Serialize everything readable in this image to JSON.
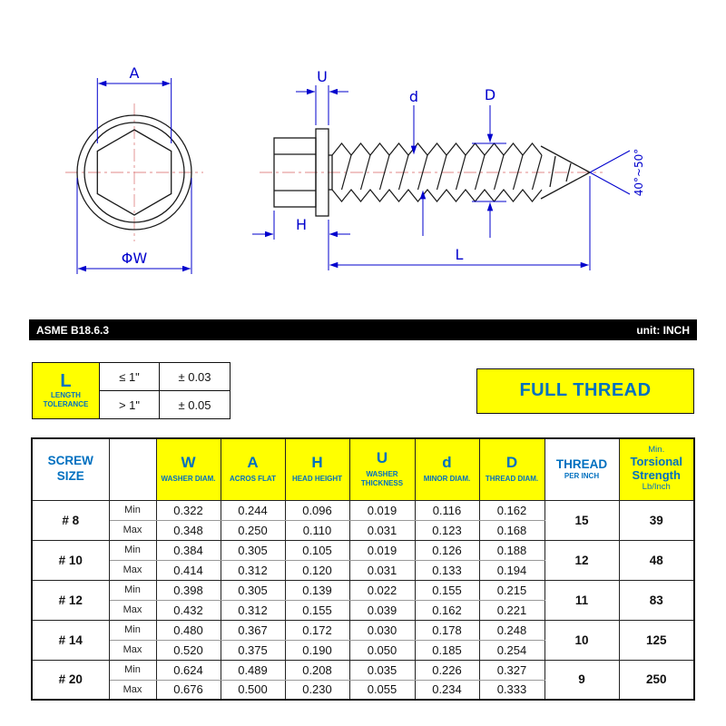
{
  "drawing": {
    "labels": {
      "A": "A",
      "phi_w": "ΦW",
      "U": "U",
      "d": "d",
      "D": "D",
      "H": "H",
      "L": "L",
      "angle": "40°~50°"
    },
    "standard_bar": {
      "standard": "ASME B18.6.3",
      "unit": "unit: INCH"
    }
  },
  "tolerance_table": {
    "symbol": "L",
    "title": "LENGTH TOLERANCE",
    "rows": [
      {
        "condition": "≤ 1\"",
        "tolerance": "± 0.03"
      },
      {
        "condition": "> 1\"",
        "tolerance": "± 0.05"
      }
    ]
  },
  "full_thread_label": "FULL THREAD",
  "spec_table": {
    "screw_size_header": "SCREW SIZE",
    "min_label": "Min",
    "max_label": "Max",
    "dim_columns": [
      {
        "symbol": "W",
        "name": "WASHER DIAM."
      },
      {
        "symbol": "A",
        "name": "ACROS FLAT"
      },
      {
        "symbol": "H",
        "name": "HEAD HEIGHT"
      },
      {
        "symbol": "U",
        "name": "WASHER THICKNESS"
      },
      {
        "symbol": "d",
        "name": "MINOR DIAM."
      },
      {
        "symbol": "D",
        "name": "THREAD DIAM."
      }
    ],
    "thread_header": {
      "line1": "THREAD",
      "line2": "PER INCH"
    },
    "strength_header": {
      "line1": "Min.",
      "line2": "Torsional",
      "line3": "Strength",
      "line4": "Lb/Inch"
    },
    "rows": [
      {
        "size": "# 8",
        "min": [
          "0.322",
          "0.244",
          "0.096",
          "0.019",
          "0.116",
          "0.162"
        ],
        "max": [
          "0.348",
          "0.250",
          "0.110",
          "0.031",
          "0.123",
          "0.168"
        ],
        "thread_per_inch": "15",
        "strength": "39"
      },
      {
        "size": "# 10",
        "min": [
          "0.384",
          "0.305",
          "0.105",
          "0.019",
          "0.126",
          "0.188"
        ],
        "max": [
          "0.414",
          "0.312",
          "0.120",
          "0.031",
          "0.133",
          "0.194"
        ],
        "thread_per_inch": "12",
        "strength": "48"
      },
      {
        "size": "# 12",
        "min": [
          "0.398",
          "0.305",
          "0.139",
          "0.022",
          "0.155",
          "0.215"
        ],
        "max": [
          "0.432",
          "0.312",
          "0.155",
          "0.039",
          "0.162",
          "0.221"
        ],
        "thread_per_inch": "11",
        "strength": "83"
      },
      {
        "size": "# 14",
        "min": [
          "0.480",
          "0.367",
          "0.172",
          "0.030",
          "0.178",
          "0.248"
        ],
        "max": [
          "0.520",
          "0.375",
          "0.190",
          "0.050",
          "0.185",
          "0.254"
        ],
        "thread_per_inch": "10",
        "strength": "125"
      },
      {
        "size": "# 20",
        "min": [
          "0.624",
          "0.489",
          "0.208",
          "0.035",
          "0.226",
          "0.327"
        ],
        "max": [
          "0.676",
          "0.500",
          "0.230",
          "0.055",
          "0.234",
          "0.333"
        ],
        "thread_per_inch": "9",
        "strength": "250"
      }
    ]
  }
}
